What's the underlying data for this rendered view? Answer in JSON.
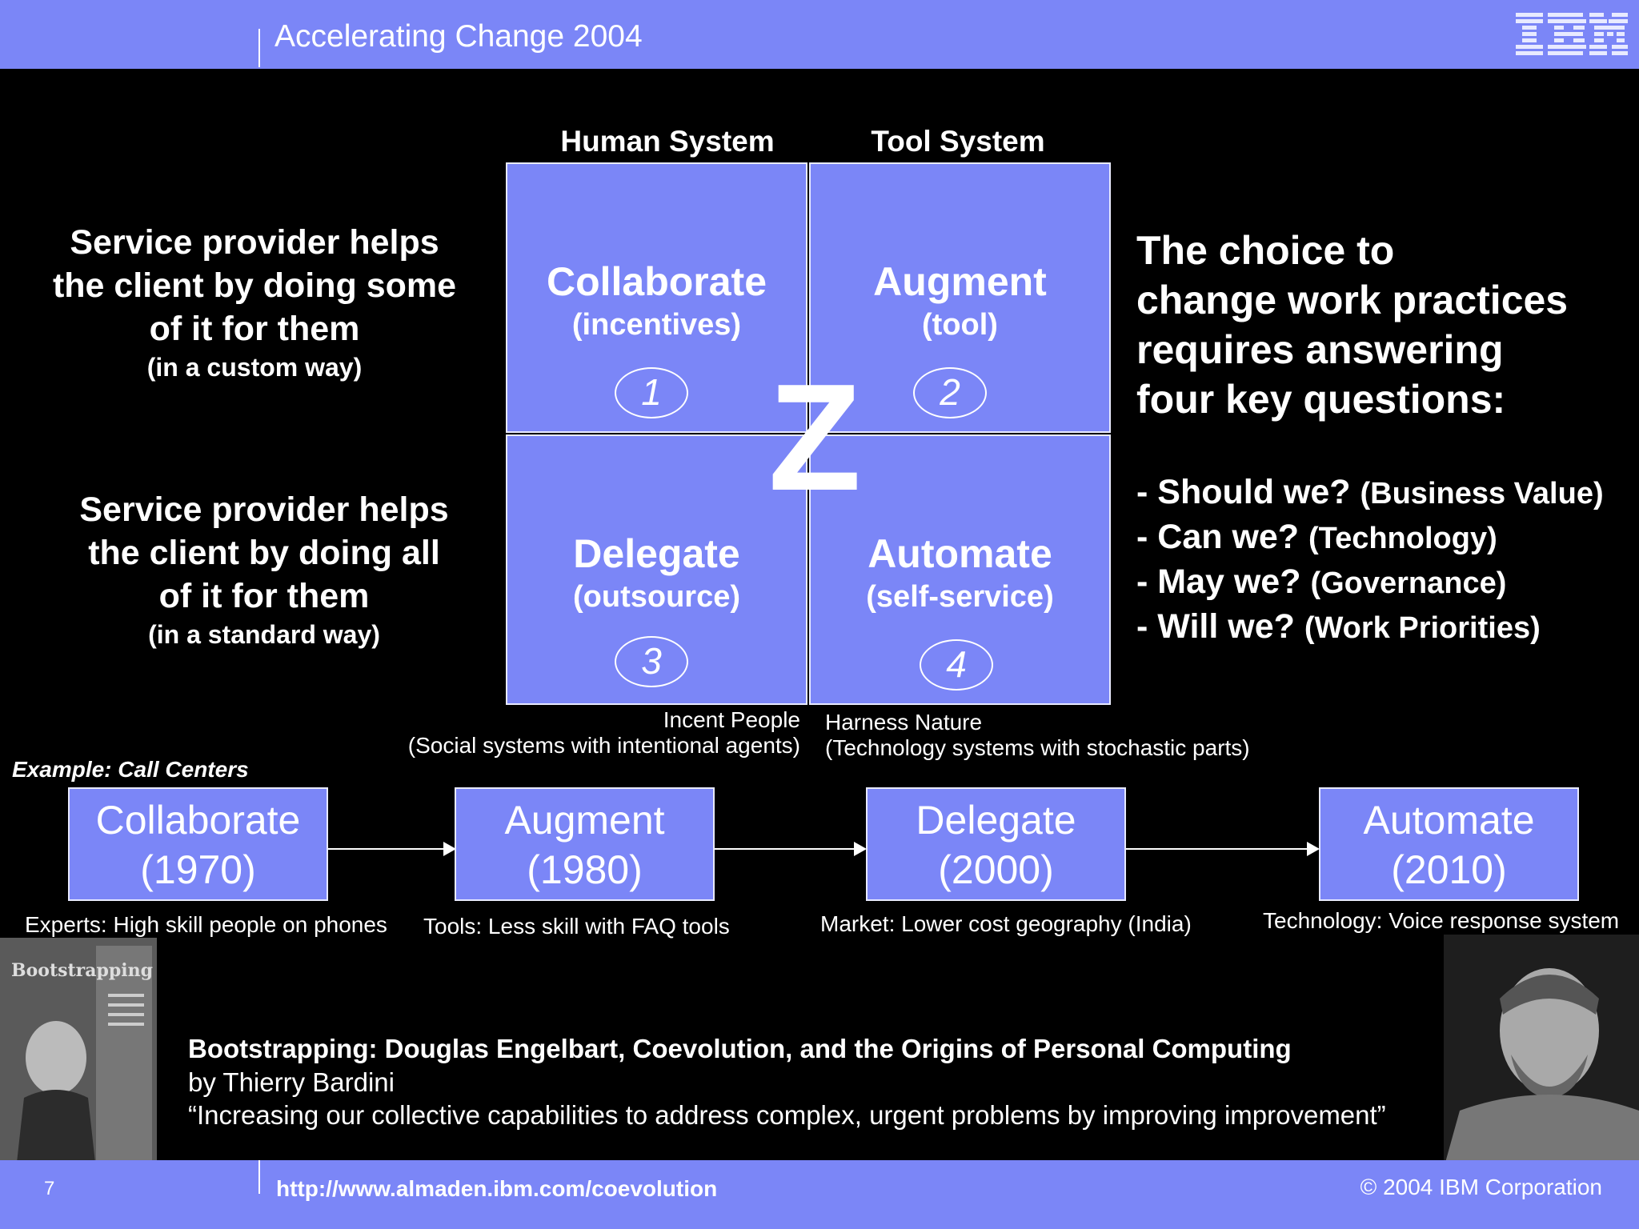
{
  "header": {
    "title": "Accelerating Change 2004",
    "logo": "IBM"
  },
  "grid": {
    "col_human": "Human System",
    "col_tool": "Tool System",
    "cells": [
      {
        "title": "Collaborate",
        "sub": "(incentives)",
        "num": "1"
      },
      {
        "title": "Augment",
        "sub": "(tool)",
        "num": "2"
      },
      {
        "title": "Delegate",
        "sub": "(outsource)",
        "num": "3"
      },
      {
        "title": "Automate",
        "sub": "(self-service)",
        "num": "4"
      }
    ],
    "z": "Z",
    "note_left_1": "Incent People",
    "note_left_2": "(Social systems with intentional agents)",
    "note_right_1": "Harness Nature",
    "note_right_2": "(Technology systems with stochastic parts)"
  },
  "left_top": {
    "l1": "Service provider helps",
    "l2": "the client by doing some",
    "l3": "of it for them",
    "l4": "(in a custom way)"
  },
  "left_bottom": {
    "l1": "Service provider helps",
    "l2": "the client by doing all",
    "l3": "of it for them",
    "l4": "(in a standard way)"
  },
  "right": {
    "l1": "The choice to",
    "l2": "change work practices",
    "l3": "requires answering",
    "l4": "four key questions:",
    "questions": [
      {
        "q": "- Should we?",
        "p": "(Business Value)"
      },
      {
        "q": "- Can we?",
        "p": "(Technology)"
      },
      {
        "q": "- May we?",
        "p": "(Governance)"
      },
      {
        "q": "- Will we?",
        "p": "(Work Priorities)"
      }
    ]
  },
  "example": {
    "label": "Example: Call Centers",
    "steps": [
      {
        "name": "Collaborate",
        "year": "(1970)",
        "desc": "Experts: High skill people on phones"
      },
      {
        "name": "Augment",
        "year": "(1980)",
        "desc": "Tools: Less skill with FAQ tools"
      },
      {
        "name": "Delegate",
        "year": "(2000)",
        "desc": "Market: Lower cost geography (India)"
      },
      {
        "name": "Automate",
        "year": "(2010)",
        "desc": "Technology: Voice response system"
      }
    ]
  },
  "book": {
    "cover_title": "Bootstrapping",
    "title": "Bootstrapping: Douglas Engelbart, Coevolution, and the Origins of Personal Computing",
    "by": "by Thierry Bardini",
    "quote": "“Increasing our collective capabilities to address complex, urgent problems by improving improvement”"
  },
  "footer": {
    "page": "7",
    "url": "http://www.almaden.ibm.com/coevolution",
    "copyright": "© 2004 IBM Corporation"
  },
  "colors": {
    "accent": "#7b86f7",
    "background": "#000000"
  }
}
